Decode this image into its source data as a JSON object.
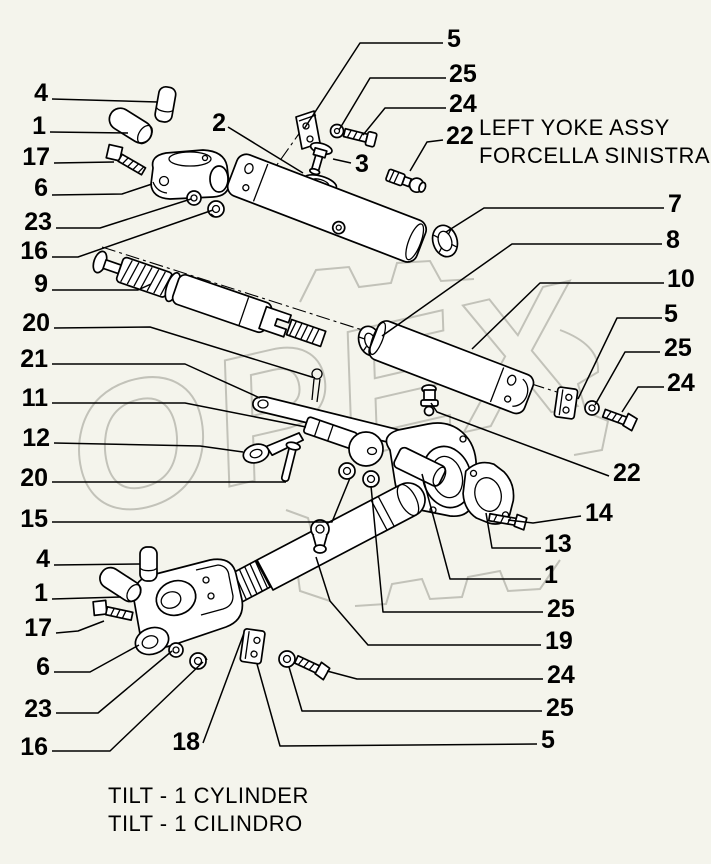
{
  "diagram": {
    "watermark": "OPEX",
    "assembly_label": {
      "line1": "LEFT YOKE ASSY",
      "line2": "FORCELLA SINISTRA"
    },
    "caption": {
      "line1": "TILT - 1 CYLINDER",
      "line2": "TILT - 1 CILINDRO"
    },
    "callouts": [
      {
        "text": "4"
      },
      {
        "text": "1"
      },
      {
        "text": "17"
      },
      {
        "text": "6"
      },
      {
        "text": "23"
      },
      {
        "text": "16"
      },
      {
        "text": "9"
      },
      {
        "text": "20"
      },
      {
        "text": "21"
      },
      {
        "text": "11"
      },
      {
        "text": "12"
      },
      {
        "text": "20"
      },
      {
        "text": "15"
      },
      {
        "text": "4"
      },
      {
        "text": "1"
      },
      {
        "text": "17"
      },
      {
        "text": "6"
      },
      {
        "text": "23"
      },
      {
        "text": "16"
      },
      {
        "text": "18"
      },
      {
        "text": "2"
      },
      {
        "text": "3"
      },
      {
        "text": "5"
      },
      {
        "text": "25"
      },
      {
        "text": "24"
      },
      {
        "text": "22"
      },
      {
        "text": "7"
      },
      {
        "text": "8"
      },
      {
        "text": "10"
      },
      {
        "text": "5"
      },
      {
        "text": "25"
      },
      {
        "text": "24"
      },
      {
        "text": "22"
      },
      {
        "text": "14"
      },
      {
        "text": "13"
      },
      {
        "text": "1"
      },
      {
        "text": "25"
      },
      {
        "text": "19"
      },
      {
        "text": "24"
      },
      {
        "text": "25"
      },
      {
        "text": "5"
      }
    ]
  }
}
